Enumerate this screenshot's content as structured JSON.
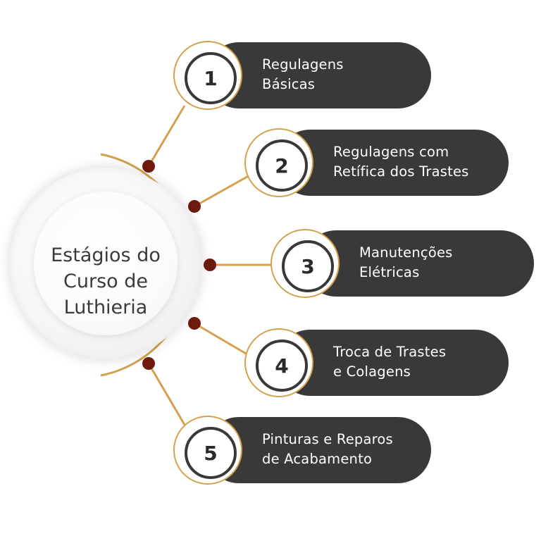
{
  "title": "Estágios do\nCurso de\nLuthieria",
  "stages": [
    {
      "number": "1",
      "label": "Regulagens\nBásicas"
    },
    {
      "number": "2",
      "label": "Regulagens com\nRetífica dos Trastes"
    },
    {
      "number": "3",
      "label": "Manutenções\nElétricas"
    },
    {
      "number": "4",
      "label": "Troca de Trastes\ne Colagens"
    },
    {
      "number": "5",
      "label": "Pinturas e Reparos\nde Acabamento"
    }
  ],
  "colors": {
    "accent_gold": "#d4a04c",
    "pill_dark": "#393939",
    "connector_dot": "#6e1a0c",
    "text_light": "#ffffff",
    "text_dark": "#3b3b3b"
  }
}
